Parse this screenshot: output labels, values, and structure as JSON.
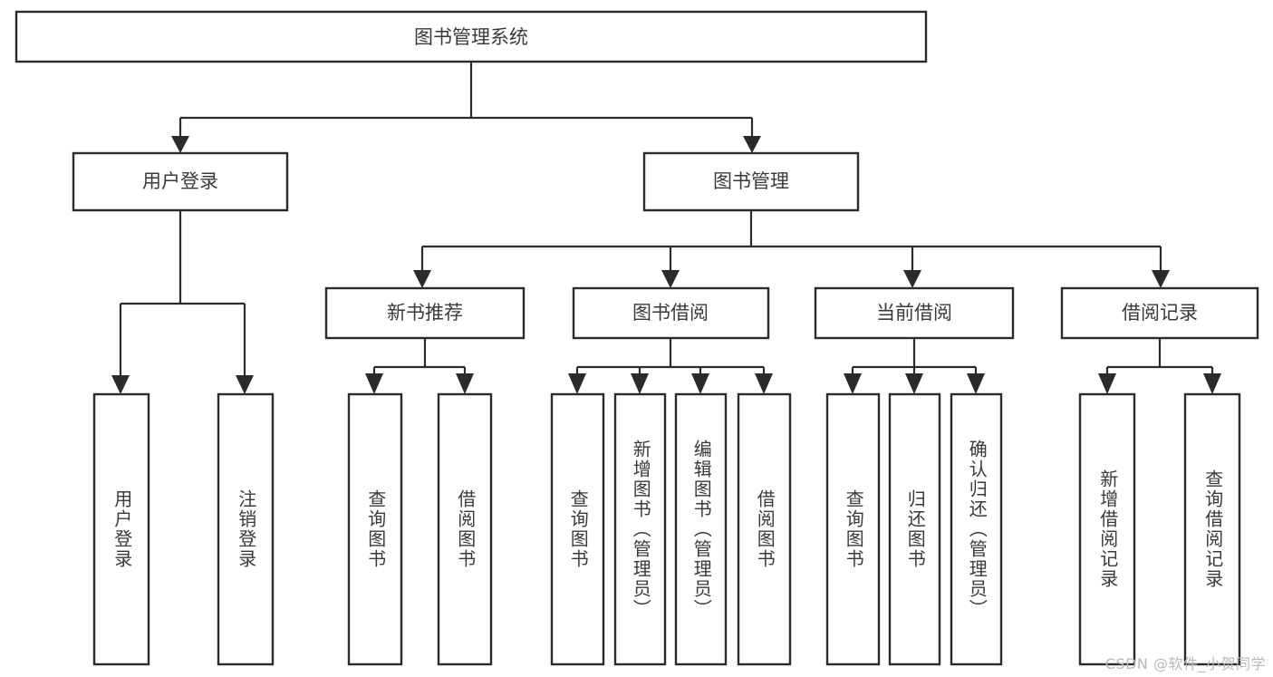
{
  "diagram": {
    "title": "图书管理系统",
    "type": "hierarchy-tree",
    "watermark": "CSDN @软件_小贺同学",
    "colors": {
      "box_stroke": "#2b2b2b",
      "box_fill": "#ffffff",
      "text": "#3a3a3a",
      "background": "#ffffff",
      "watermark": "#b9b9b9"
    },
    "root": {
      "label": "图书管理系统"
    },
    "level2": [
      {
        "id": "user-login",
        "label": "用户登录"
      },
      {
        "id": "book-manage",
        "label": "图书管理"
      }
    ],
    "level3": [
      {
        "id": "new-book-recommend",
        "label": "新书推荐"
      },
      {
        "id": "book-borrow",
        "label": "图书借阅"
      },
      {
        "id": "current-borrow",
        "label": "当前借阅"
      },
      {
        "id": "borrow-record",
        "label": "借阅记录"
      }
    ],
    "leaves": {
      "user-login": [
        {
          "id": "leaf-user-login",
          "label": "用户登录"
        },
        {
          "id": "leaf-logout-login",
          "label": "注销登录"
        }
      ],
      "new-book-recommend": [
        {
          "id": "leaf-query-book-1",
          "label": "查询图书"
        },
        {
          "id": "leaf-borrow-book-1",
          "label": "借阅图书"
        }
      ],
      "book-borrow": [
        {
          "id": "leaf-query-book-2",
          "label": "查询图书"
        },
        {
          "id": "leaf-add-book-admin",
          "label": "新增图书（管理员）"
        },
        {
          "id": "leaf-edit-book-admin",
          "label": "编辑图书（管理员）"
        },
        {
          "id": "leaf-borrow-book-2",
          "label": "借阅图书"
        }
      ],
      "current-borrow": [
        {
          "id": "leaf-query-book-3",
          "label": "查询图书"
        },
        {
          "id": "leaf-return-book",
          "label": "归还图书"
        },
        {
          "id": "leaf-confirm-return-admin",
          "label": "确认归还（管理员）"
        }
      ],
      "borrow-record": [
        {
          "id": "leaf-add-borrow-record",
          "label": "新增借阅记录"
        },
        {
          "id": "leaf-query-borrow-record",
          "label": "查询借阅记录"
        }
      ]
    }
  }
}
